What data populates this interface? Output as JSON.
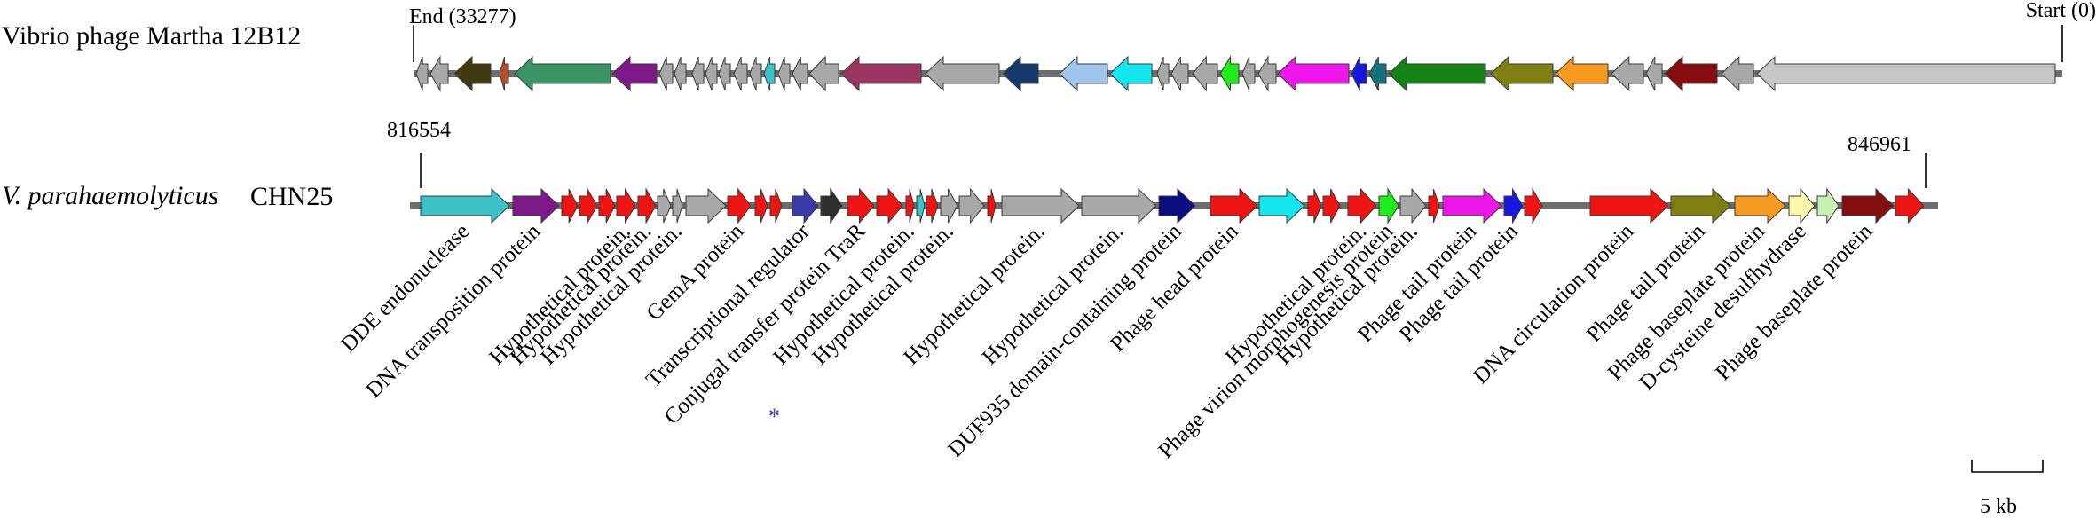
{
  "genome_1": {
    "name": "Vibrio phage Martha 12B12",
    "start_label": "Start (0)",
    "end_label": "End (33277)",
    "genes": [
      {
        "color": "#a8a8a8"
      },
      {
        "color": "#a8a8a8"
      },
      {
        "color": "#3f3a12"
      },
      {
        "color": "#b4512a"
      },
      {
        "color": "#3a9463"
      },
      {
        "color": "#7d1a87"
      },
      {
        "color": "#a8a8a8"
      },
      {
        "color": "#a8a8a8"
      },
      {
        "color": "#a8a8a8"
      },
      {
        "color": "#a8a8a8"
      },
      {
        "color": "#a8a8a8"
      },
      {
        "color": "#a8a8a8"
      },
      {
        "color": "#a8a8a8"
      },
      {
        "color": "#3cc3c9"
      },
      {
        "color": "#a8a8a8"
      },
      {
        "color": "#a8a8a8"
      },
      {
        "color": "#a8a8a8"
      },
      {
        "color": "#99365f"
      },
      {
        "color": "#a8a8a8"
      },
      {
        "color": "#143a6b"
      },
      {
        "color": "#9ec5ec"
      },
      {
        "color": "#14e6ee"
      },
      {
        "color": "#a8a8a8"
      },
      {
        "color": "#a8a8a8"
      },
      {
        "color": "#a8a8a8"
      },
      {
        "color": "#20ec1b"
      },
      {
        "color": "#a8a8a8"
      },
      {
        "color": "#a8a8a8"
      },
      {
        "color": "#ee16ea"
      },
      {
        "color": "#1717dd"
      },
      {
        "color": "#14707a"
      },
      {
        "color": "#148214"
      },
      {
        "color": "#7f7f14"
      },
      {
        "color": "#f79a20"
      },
      {
        "color": "#a8a8a8"
      },
      {
        "color": "#a8a8a8"
      },
      {
        "color": "#840d10"
      },
      {
        "color": "#a8a8a8"
      },
      {
        "color": "#c7c7c7"
      }
    ]
  },
  "genome_2": {
    "name_italic": "V. parahaemolyticus",
    "name_strain": "CHN25",
    "start_label": "816554",
    "end_label": "846961",
    "genes": [
      {
        "color": "#3cc3c9",
        "label": "DDE endonuclease"
      },
      {
        "color": "#7d1a87",
        "label": "DNA transposition protein"
      },
      {
        "color": "#ee1414"
      },
      {
        "color": "#ee1414"
      },
      {
        "color": "#ee1414"
      },
      {
        "color": "#ee1414",
        "label": "Hypothetical protein."
      },
      {
        "color": "#ee1414",
        "label": "Hypothetical protein."
      },
      {
        "color": "#a8a8a8"
      },
      {
        "color": "#a8a8a8",
        "label": "Hypothetical protein."
      },
      {
        "color": "#a8a8a8"
      },
      {
        "color": "#ee1414",
        "label": "GemA protein"
      },
      {
        "color": "#ee1414"
      },
      {
        "color": "#ee1414"
      },
      {
        "color": "#3a3aa8",
        "label": "Transcriptional regulator"
      },
      {
        "color": "#2f2f2f"
      },
      {
        "color": "#ee1414",
        "label": "Conjugal transfer protein TraR"
      },
      {
        "color": "#ee1414"
      },
      {
        "color": "#ee1414",
        "label": "Hypothetical protein."
      },
      {
        "color": "#3cc3c9"
      },
      {
        "color": "#ee1414"
      },
      {
        "color": "#a8a8a8",
        "label": "Hypothetical protein."
      },
      {
        "color": "#a8a8a8"
      },
      {
        "color": "#ee1414"
      },
      {
        "color": "#a8a8a8",
        "label": "Hypothetical protein."
      },
      {
        "color": "#a8a8a8",
        "label": "Hypothetical protein."
      },
      {
        "color": "#0b0b7e",
        "label": "DUF935 domain-containing protein"
      },
      {
        "color": "#ee1414",
        "label": "Phage head protein"
      },
      {
        "color": "#14e6ee"
      },
      {
        "color": "#ee1414"
      },
      {
        "color": "#ee1414"
      },
      {
        "color": "#ee1414",
        "label": "Hypothetical protein."
      },
      {
        "color": "#20ec1b",
        "label": "Phage virion morphogenesis protein"
      },
      {
        "color": "#a8a8a8",
        "label": "Hypothetical protein."
      },
      {
        "color": "#ee1414"
      },
      {
        "color": "#ee16ea",
        "label": "Phage tail protein"
      },
      {
        "color": "#1717dd",
        "label": "Phage tail protein"
      },
      {
        "color": "#ee1414"
      },
      {
        "color": "#ee1414",
        "label": "DNA circulation protein"
      },
      {
        "color": "#7f7f14",
        "label": "Phage tail protein"
      },
      {
        "color": "#f79a20",
        "label": "Phage baseplate protein"
      },
      {
        "color": "#f8f8a6",
        "label": "D-cysteine desulfhydrase"
      },
      {
        "color": "#c8f0b4"
      },
      {
        "color": "#840d10",
        "label": "Phage baseplate protein"
      },
      {
        "color": "#ee1414"
      }
    ]
  },
  "asterisk": "*",
  "scale_bar_label": "5 kb"
}
